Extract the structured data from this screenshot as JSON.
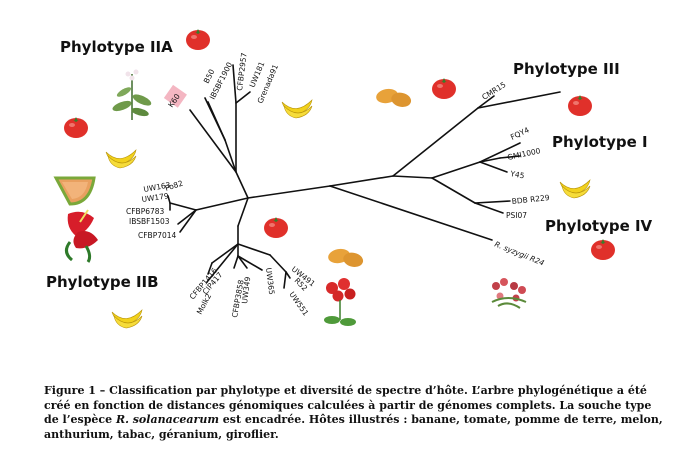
{
  "phylotypes": {
    "iia": "Phylotype IIA",
    "iib": "Phylotype IIB",
    "iii": "Phylotype III",
    "i": "Phylotype I",
    "iv": "Phylotype IV"
  },
  "leaves": {
    "k60": "K60",
    "ibsbf1900": "IBSBF1900",
    "b50": "B50",
    "cfbp2957": "CFBP2957",
    "uw181": "UW181",
    "grenada91": "Grenada91",
    "po82": "Po82",
    "uw163": "UW163",
    "uw179": "UW179",
    "cfbp6783": "CFBP6783",
    "ibsbf1503": "IBSBF1503",
    "cfbp7014": "CFBP7014",
    "cfbp1416": "CFBP1416",
    "cip417": "CIP417",
    "molk2": "Molk2",
    "cfbp3858": "CFBP3858",
    "uw349": "UW349",
    "uw365": "UW365",
    "uw491": "UW491",
    "r52": "R52",
    "uw551": "UW551",
    "cmr15": "CMR15",
    "fqy4": "FQY4",
    "gmi1000": "GMI1000",
    "y45": "Y45",
    "bdb_r229": "BDB R229",
    "psi07": "PSI07",
    "r_syzygii_r24": "R. syzygii R24"
  },
  "caption": {
    "figure_label": "Figure 1 –",
    "part1": " Classification par phylotype et diversité de spectre d’hôte. L’arbre phylogénétique a été créé en fonction de distances génomiques calculées à partir de génomes complets. La souche type de l’espèce ",
    "species": "R. solanacearum",
    "part2": " est encadrée.  Hôtes illustrés : banane, tomate, pomme de terre, melon, anthurium, tabac, géranium, giroflier."
  },
  "colors": {
    "type_strain_box": "#f4b6c2",
    "tomato": "#e0302a",
    "banana": "#f2d21b",
    "potato": "#e8a23a",
    "melon": "#e9a060"
  },
  "icons": [
    "tomato-icon",
    "banana-icon",
    "potato-icon",
    "melon-icon",
    "anthurium-icon",
    "tobacco-icon",
    "geranium-icon",
    "wallflower-icon"
  ]
}
